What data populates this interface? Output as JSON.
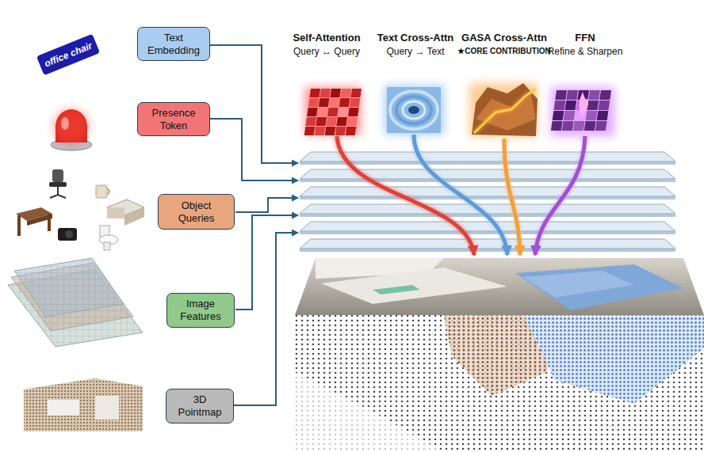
{
  "diagram": {
    "nodes": [
      {
        "text": [
          "office chair"
        ]
      },
      {
        "text": [
          "Text Embedding"
        ]
      },
      {
        "text": [
          "Presence Token"
        ]
      },
      {
        "text": [
          "Object Queries"
        ]
      },
      {
        "text": [
          "Image Features"
        ]
      },
      {
        "text": [
          "3D Pointmap"
        ]
      }
    ],
    "labels": [
      "Self-Attention",
      "Query ↔ Query",
      "Text Cross-Attn",
      "Query → Text",
      "GASA Cross-Attn",
      "★CORE CONTRIBUTION",
      "FFN",
      "Refine & Sharpen"
    ]
  }
}
